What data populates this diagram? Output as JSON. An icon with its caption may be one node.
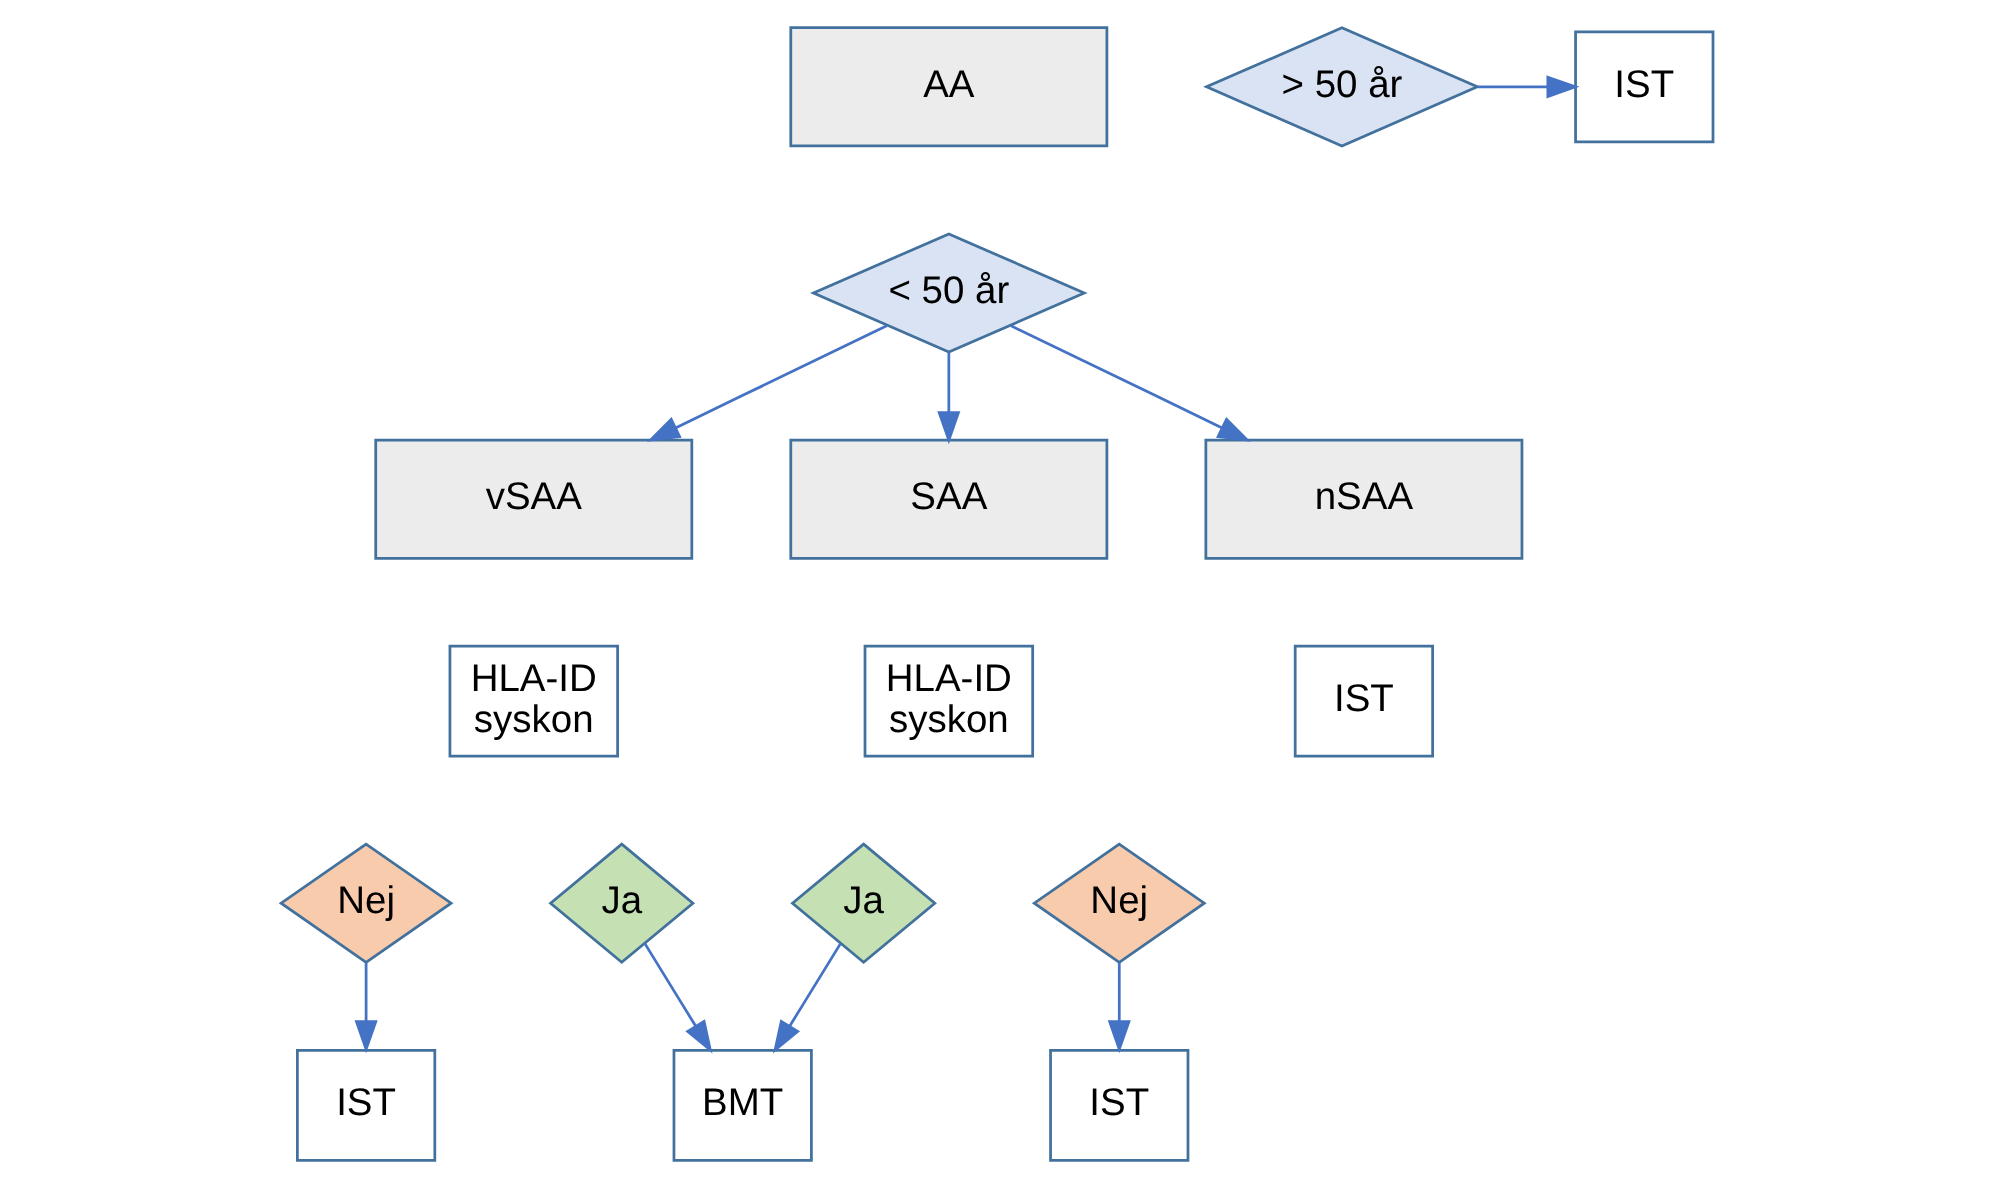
{
  "diagram": {
    "nodes": [
      {
        "text": [
          "AA"
        ]
      },
      {
        "text": [
          "> 50 år"
        ]
      },
      {
        "text": [
          "IST"
        ]
      },
      {
        "text": [
          "< 50 år"
        ]
      },
      {
        "text": [
          "vSAA"
        ]
      },
      {
        "text": [
          "SAA"
        ]
      },
      {
        "text": [
          "nSAA"
        ]
      },
      {
        "text": [
          "HLA-ID syskon"
        ]
      },
      {
        "text": [
          "HLA-ID syskon"
        ]
      },
      {
        "text": [
          "IST"
        ]
      },
      {
        "text": [
          "Nej"
        ]
      },
      {
        "text": [
          "Ja"
        ]
      },
      {
        "text": [
          "Ja"
        ]
      },
      {
        "text": [
          "Nej"
        ]
      },
      {
        "text": [
          "IST"
        ]
      },
      {
        "text": [
          "BMT"
        ]
      },
      {
        "text": [
          "IST"
        ]
      }
    ],
    "edges": [
      {
        "from": 1,
        "to": 2,
        "arrow": "to"
      },
      {
        "from": 3,
        "to": 4,
        "arrow": "to"
      },
      {
        "from": 3,
        "to": 5,
        "arrow": "to"
      },
      {
        "from": 3,
        "to": 6,
        "arrow": "to"
      },
      {
        "from": 10,
        "to": 14,
        "arrow": "to"
      },
      {
        "from": 11,
        "to": 15,
        "arrow": "to"
      },
      {
        "from": 12,
        "to": 15,
        "arrow": "to"
      },
      {
        "from": 13,
        "to": 16,
        "arrow": "to"
      }
    ]
  }
}
